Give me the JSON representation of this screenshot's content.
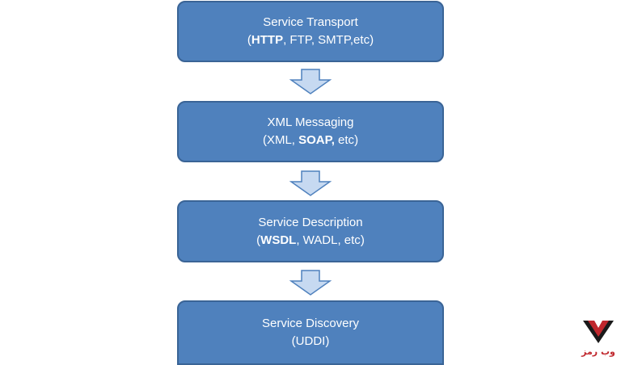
{
  "layers": [
    {
      "title": "Service Transport",
      "items": [
        {
          "text": "HTTP",
          "bold": true
        },
        {
          "text": ", FTP, SMTP,etc",
          "bold": false
        }
      ]
    },
    {
      "title": "XML Messaging",
      "items": [
        {
          "text": "XML, ",
          "bold": false
        },
        {
          "text": "SOAP,",
          "bold": true
        },
        {
          "text": " etc",
          "bold": false
        }
      ]
    },
    {
      "title": "Service Description",
      "items": [
        {
          "text": "WSDL",
          "bold": true
        },
        {
          "text": ", WADL, etc",
          "bold": false
        }
      ]
    },
    {
      "title": "Service Discovery",
      "items": [
        {
          "text": "UDDI",
          "bold": false
        }
      ]
    }
  ],
  "arrow_icon": "down-arrow-icon",
  "watermark": {
    "text": "وب رمز",
    "icon": "webramz-logo"
  },
  "colors": {
    "box_fill": "#4f81bd",
    "box_border": "#3a6496",
    "arrow_fill": "#c6d9f1",
    "arrow_border": "#4f81bd",
    "logo_red": "#c0272d"
  }
}
